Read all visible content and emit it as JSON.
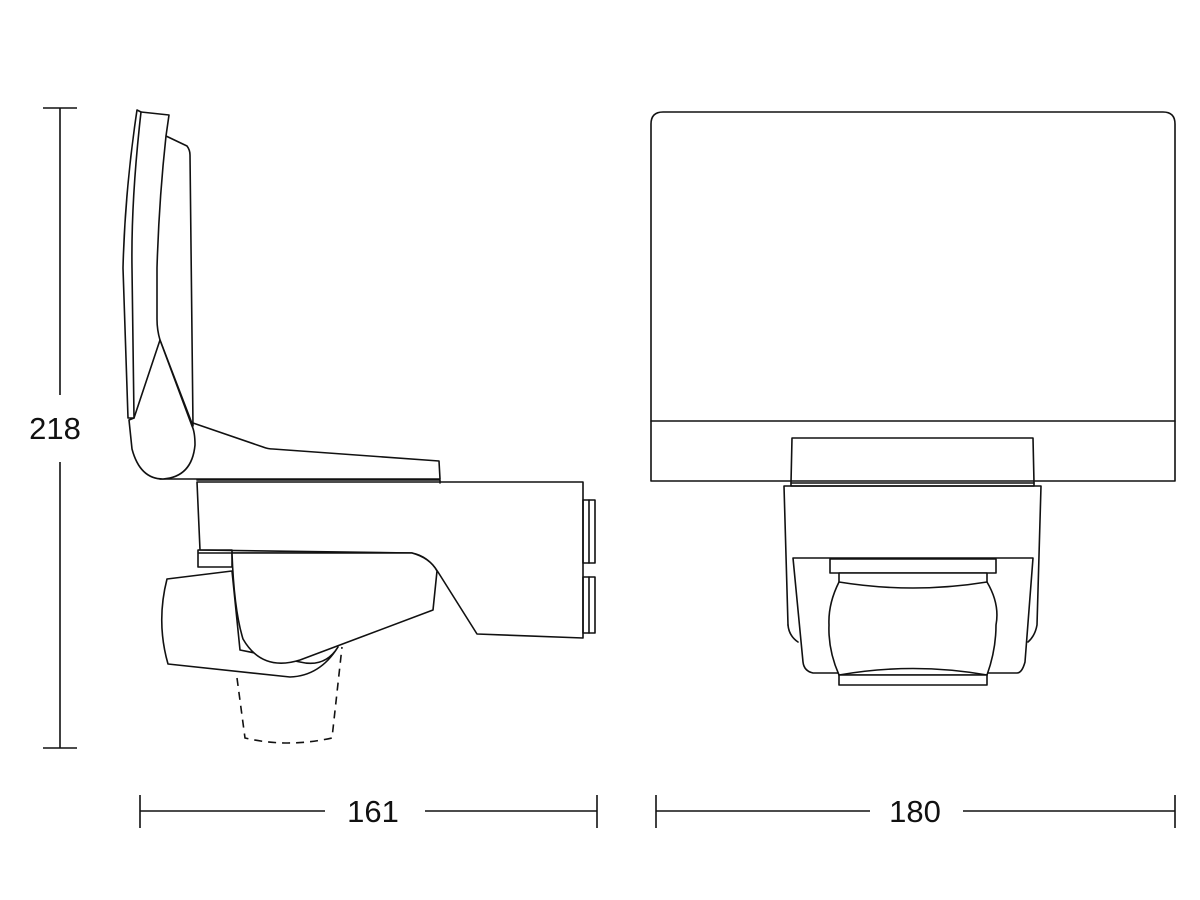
{
  "dimensions": {
    "height": "218",
    "side_depth": "161",
    "front_width": "180"
  },
  "colors": {
    "line": "#111111",
    "background": "#ffffff"
  }
}
